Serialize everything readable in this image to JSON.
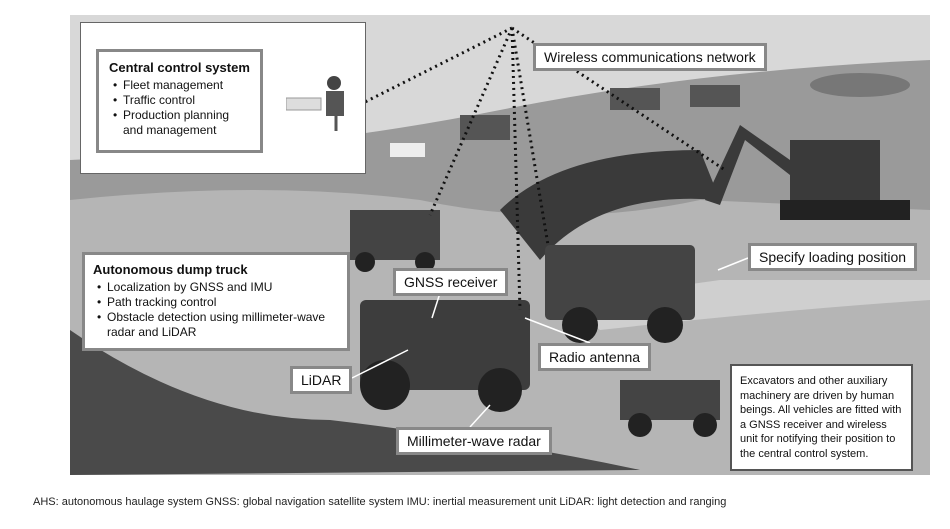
{
  "central_control": {
    "title": "Central control system",
    "items": [
      "Fleet management",
      "Traffic control",
      "Production planning and management"
    ]
  },
  "wireless": "Wireless communications network",
  "dump_truck": {
    "title": "Autonomous dump truck",
    "items": [
      "Localization by GNSS and IMU",
      "Path tracking control",
      "Obstacle detection using millimeter-wave radar and LiDAR"
    ]
  },
  "callouts": {
    "gnss": "GNSS receiver",
    "loading": "Specify loading position",
    "radio": "Radio antenna",
    "lidar": "LiDAR",
    "radar": "Millimeter-wave radar"
  },
  "note": "Excavators and other auxiliary machinery are driven by human beings. All vehicles are fitted with a GNSS receiver and wireless unit for notifying their position to the central control system.",
  "footer": "AHS: autonomous haulage system   GNSS: global navigation satellite system   IMU: inertial measurement unit   LiDAR: light detection and ranging"
}
